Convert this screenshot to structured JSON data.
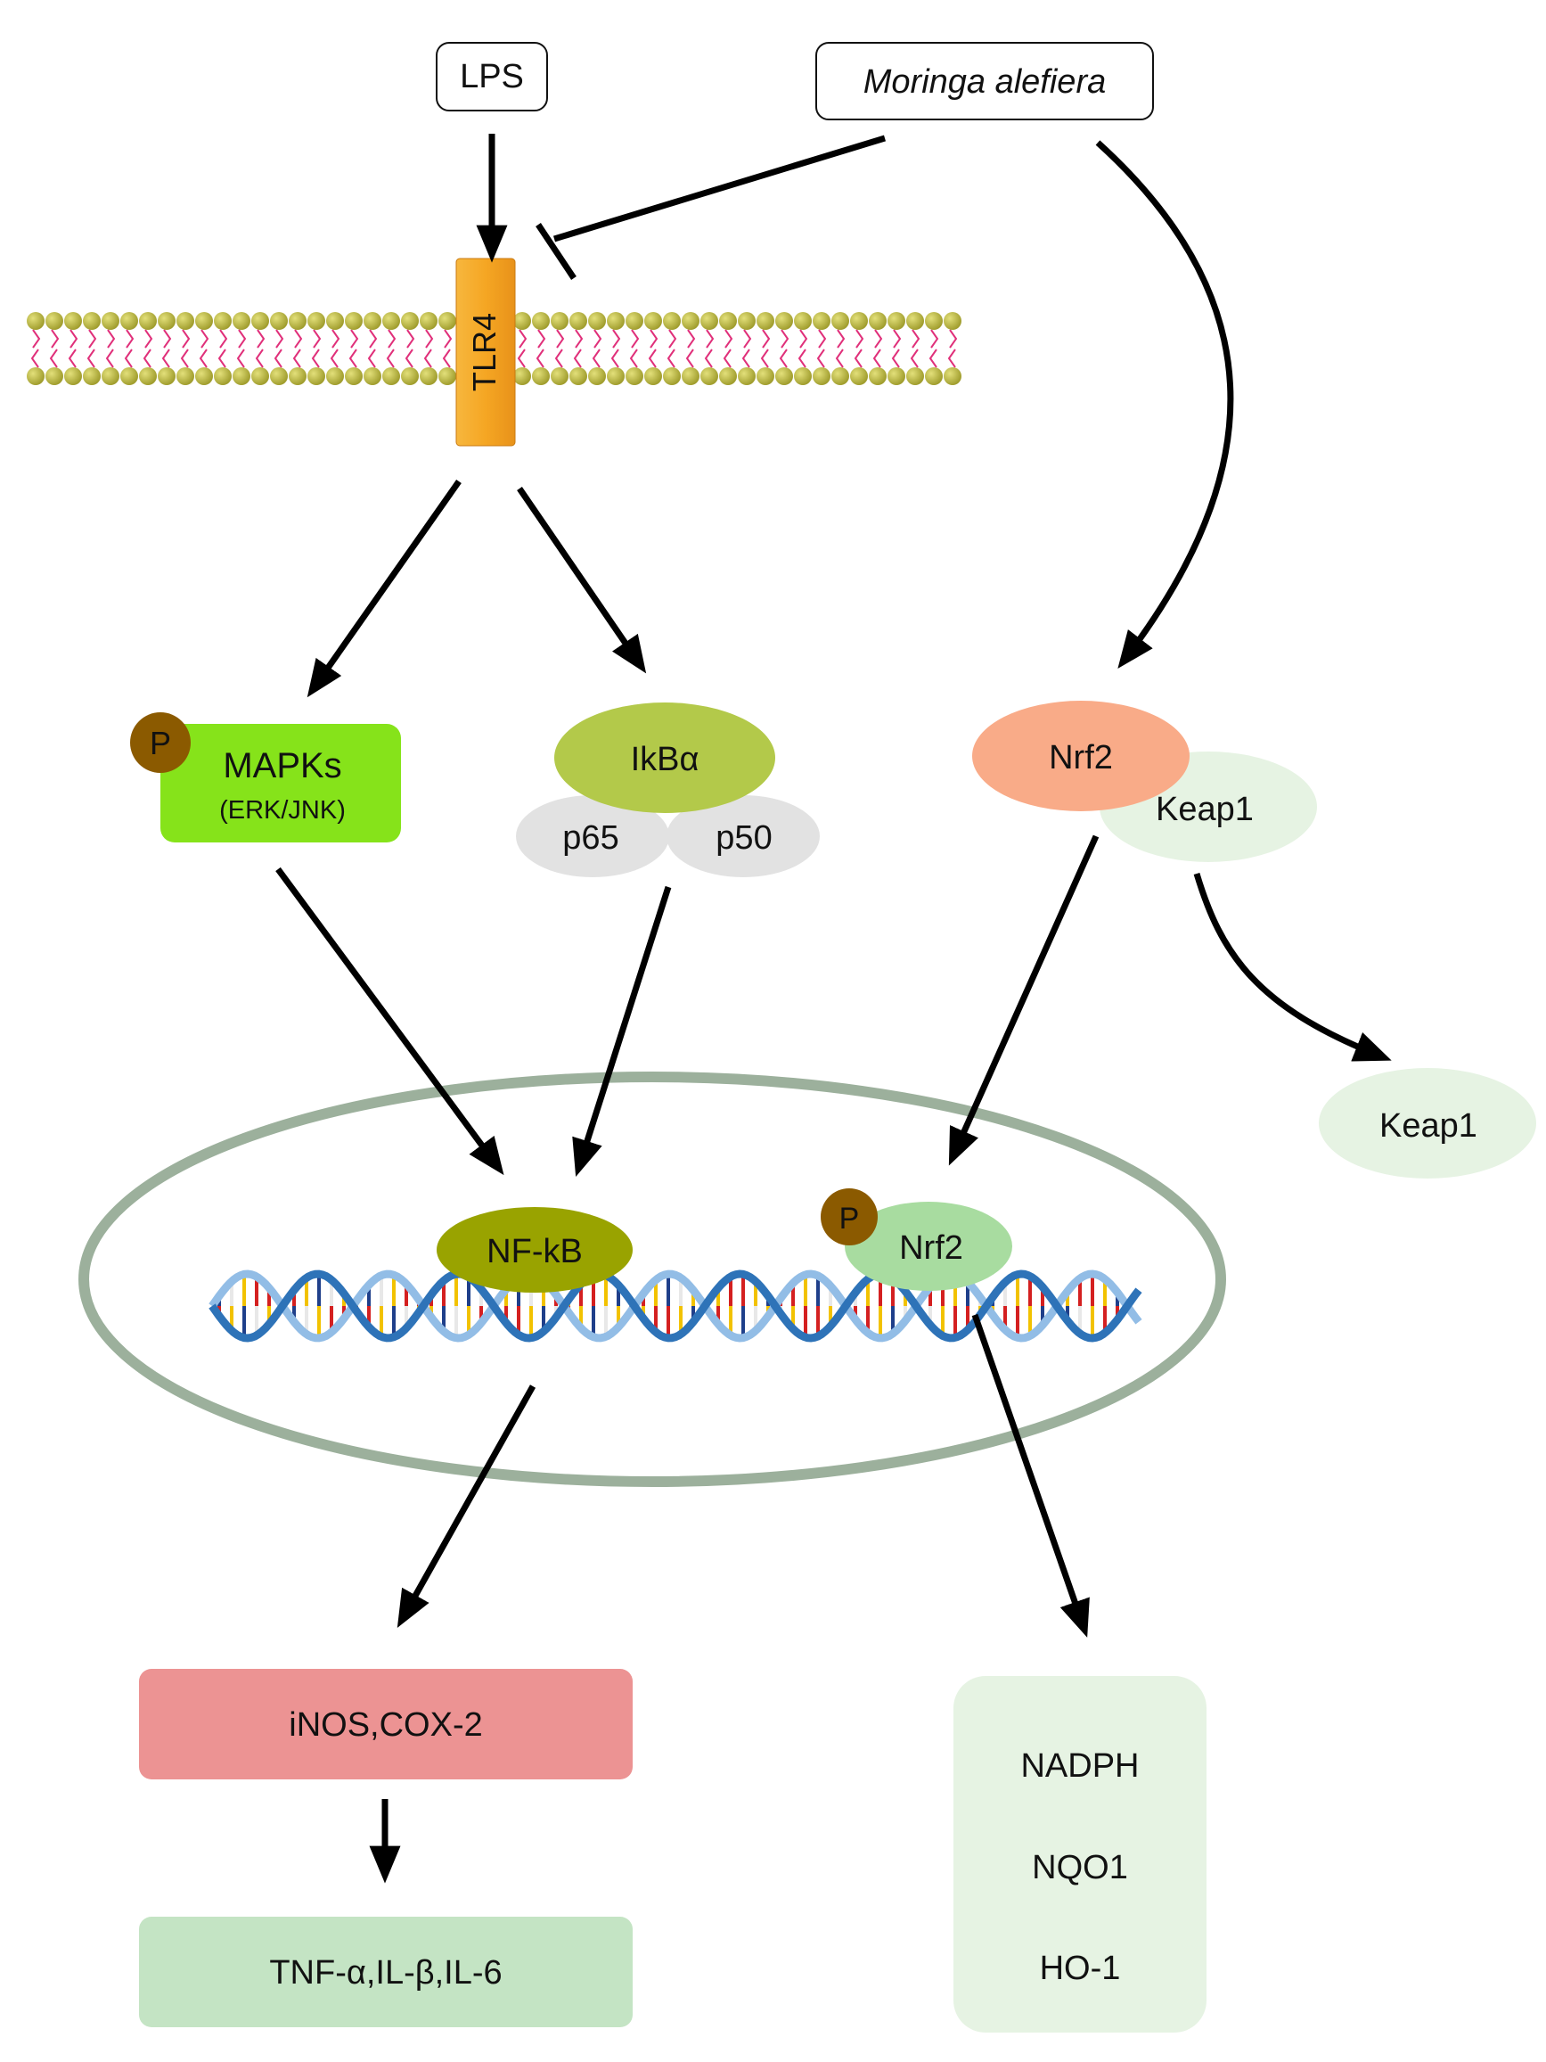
{
  "labels": {
    "lps": "LPS",
    "moringa": "Moringa alefiera",
    "tlr4": "TLR4",
    "p_mapk": "P",
    "mapks": "MAPKs",
    "mapks_sub": "(ERK/JNK)",
    "ikba": "IkBα",
    "p65": "p65",
    "p50": "p50",
    "nrf2_cyto": "Nrf2",
    "keap1_bound": "Keap1",
    "keap1_free": "Keap1",
    "nfkb": "NF-kB",
    "p_nrf2": "P",
    "nrf2_nuc": "Nrf2",
    "inos_cox2": "iNOS,COX-2",
    "cytokines": "TNF-α,IL-β,IL-6",
    "nadph": "NADPH",
    "nqo1": "NQO1",
    "ho1": "HO-1"
  },
  "colors": {
    "tlr4": "#f5a623",
    "membrane_head": "#b6b33f",
    "membrane_tail": "#e0307a",
    "phospho": "#8b5a00",
    "mapks": "#86e31a",
    "ikba": "#b3c94a",
    "p65_p50": "#e2e2e2",
    "nrf2_cyto": "#f9ab88",
    "keap1": "#e6f3e3",
    "nucleus": "#9cb09c",
    "nfkb": "#99a300",
    "nrf2_nuc": "#a8dca0",
    "inos": "#ec9393",
    "cytokines": "#c4e4c4",
    "antioxidant": "#e6f3e3",
    "dna_back": "#92bde6",
    "dna_front": "#2e73b8"
  }
}
